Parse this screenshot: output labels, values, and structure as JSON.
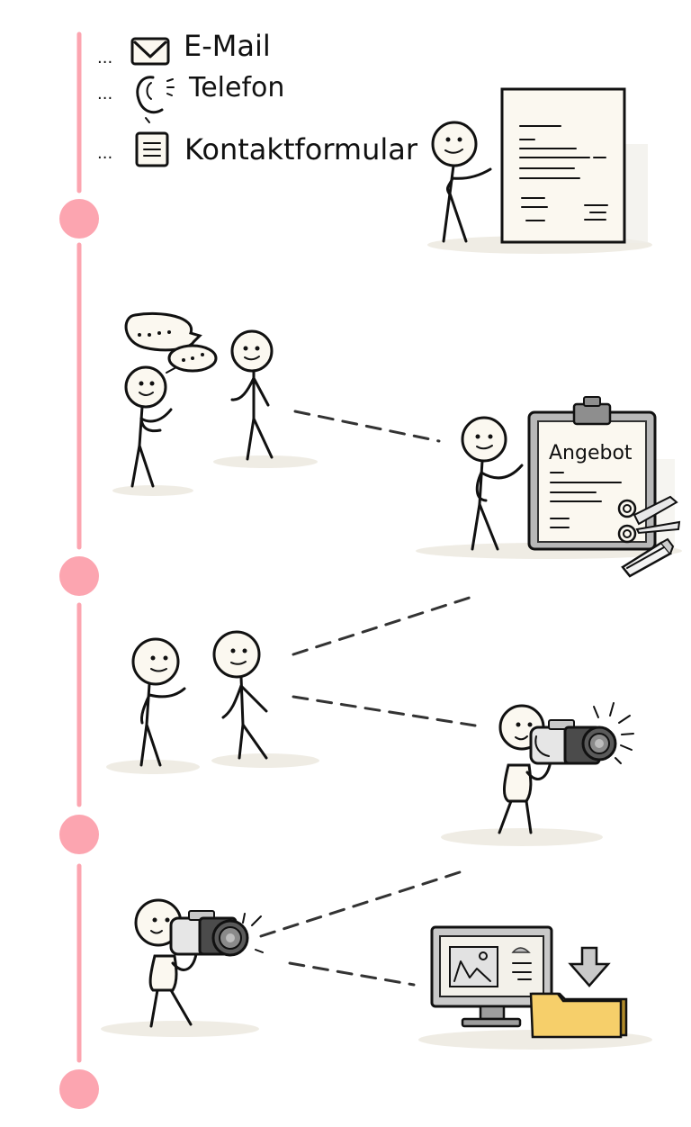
{
  "contact_options": [
    {
      "prefix": "...",
      "icon": "envelope-icon",
      "label": "E-Mail"
    },
    {
      "prefix": "...",
      "icon": "phone-icon",
      "label": "Telefon"
    },
    {
      "prefix": "...",
      "icon": "form-icon",
      "label": "Kontaktformular"
    }
  ],
  "offer_document": {
    "title": "Angebot"
  },
  "timeline": {
    "color": "#fca5b0",
    "steps": [
      {
        "name": "contact"
      },
      {
        "name": "meeting-and-offer"
      },
      {
        "name": "planning-and-shoot"
      },
      {
        "name": "shoot-and-delivery"
      }
    ]
  },
  "colors": {
    "ink": "#111111",
    "paper": "#fbf8f0",
    "folder": "#f6cf6a",
    "monitor": "#c9c9c9"
  }
}
